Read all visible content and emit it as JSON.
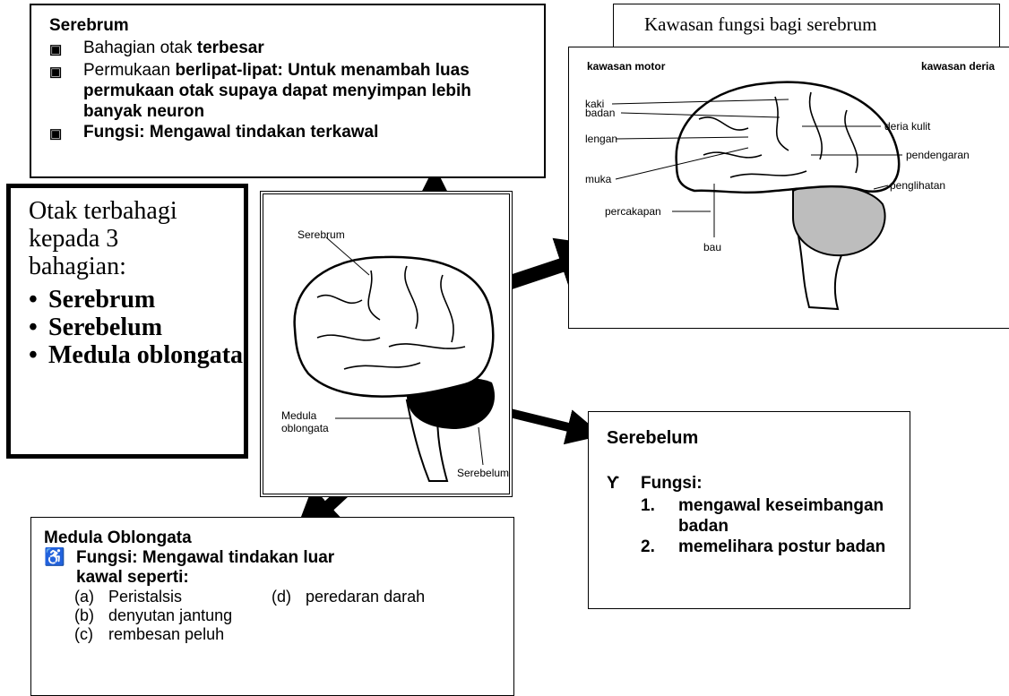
{
  "serebrum": {
    "title": "Serebrum",
    "bullets": [
      {
        "prefix": "Bahagian otak ",
        "bold": "terbesar"
      },
      {
        "prefix": "Permukaan ",
        "bold": "berlipat-lipat: Untuk menambah luas permukaan otak supaya dapat menyimpan lebih banyak neuron"
      },
      {
        "prefix": "",
        "bold": "Fungsi:  Mengawal tindakan terkawal"
      }
    ]
  },
  "kawasan": {
    "title": "Kawasan  fungsi bagi serebrum",
    "header_left": "kawasan motor",
    "header_right": "kawasan deria",
    "labels": [
      "kaki",
      "badan",
      "lengan",
      "muka",
      "percakapan",
      "bau",
      "deria kulit",
      "pendengaran",
      "penglihatan"
    ]
  },
  "otak": {
    "intro": "Otak terbahagi kepada 3 bahagian:",
    "parts": [
      "Serebrum",
      "Serebelum",
      "Medula oblongata"
    ]
  },
  "center_diagram": {
    "labels": [
      "Serebrum",
      "Medula oblongata",
      "Serebelum"
    ]
  },
  "serebelum": {
    "title": "Serebelum",
    "fungsi_label": "Fungsi:",
    "items": [
      {
        "num": "1.",
        "text": "mengawal keseimbangan badan"
      },
      {
        "num": "2.",
        "text": "memelihara postur badan"
      }
    ]
  },
  "medula": {
    "title": "Medula Oblongata",
    "fungsi": "Fungsi:  Mengawal tindakan luar kawal seperti:",
    "items": [
      {
        "letter": "(a)",
        "text": "Peristalsis"
      },
      {
        "letter": "(b)",
        "text": "denyutan jantung"
      },
      {
        "letter": "(c)",
        "text": "rembesan peluh"
      },
      {
        "letter": "(d)",
        "text": "peredaran darah"
      }
    ]
  },
  "colors": {
    "ink": "#000000",
    "cerebellum_fill": "#bdbdbd"
  },
  "icons": [
    "bullet-square-icon",
    "antenna-icon",
    "wheelchair-icon"
  ]
}
